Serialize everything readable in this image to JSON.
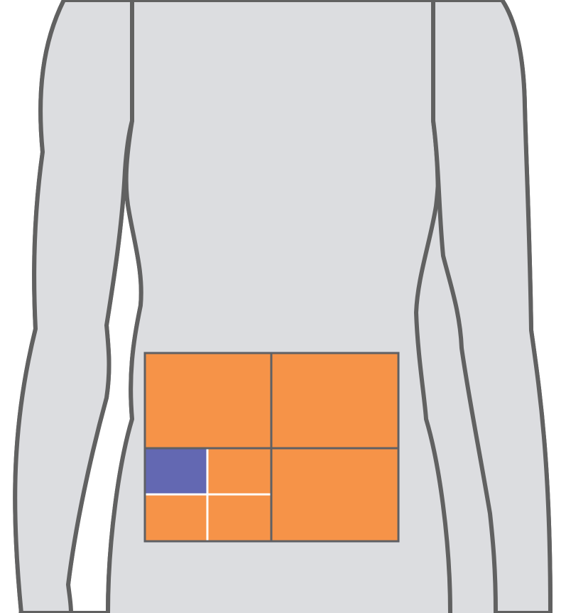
{
  "diagram": {
    "colors": {
      "background": "#ffffff",
      "body_fill": "#dcdde0",
      "body_outline": "#616161",
      "quadrant_fill": "#f69348",
      "quadrant_border": "#5f6064",
      "highlight_fill": "#6368b2",
      "subdivision_line": "#ffffff"
    },
    "regions": [
      {
        "id": "upper-left",
        "highlighted": false
      },
      {
        "id": "upper-right",
        "highlighted": false
      },
      {
        "id": "lower-right",
        "highlighted": false
      },
      {
        "id": "lower-left-upper-left",
        "highlighted": true
      },
      {
        "id": "lower-left-upper-right",
        "highlighted": false
      },
      {
        "id": "lower-left-lower-left",
        "highlighted": false
      },
      {
        "id": "lower-left-lower-right",
        "highlighted": false
      }
    ]
  }
}
